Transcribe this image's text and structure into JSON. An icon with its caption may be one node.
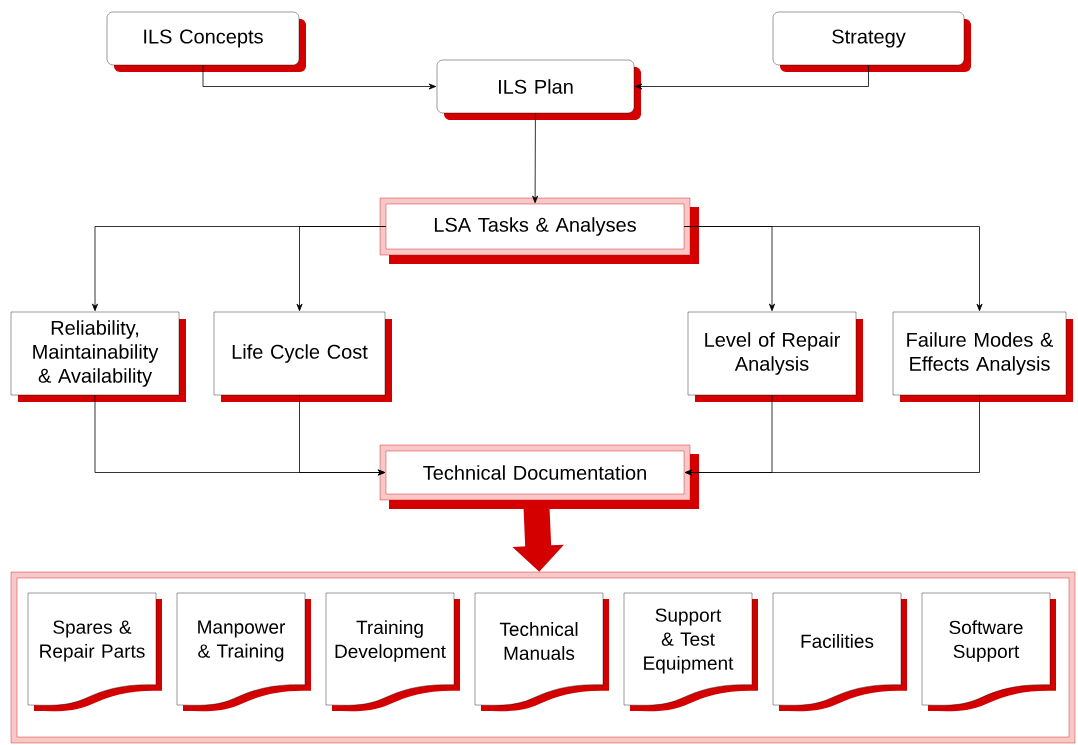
{
  "diagram": {
    "nodes": [
      {
        "text": [
          "ILS Concepts"
        ]
      },
      {
        "text": [
          "Strategy"
        ]
      },
      {
        "text": [
          "ILS Plan"
        ]
      },
      {
        "text": [
          "LSA Tasks & Analyses"
        ]
      },
      {
        "text": [
          "Reliability, Maintainability & Availability"
        ]
      },
      {
        "text": [
          "Life Cycle Cost"
        ]
      },
      {
        "text": [
          "Level of Repair Analysis"
        ]
      },
      {
        "text": [
          "Failure Modes & Effects Analysis"
        ]
      },
      {
        "text": [
          "Technical Documentation"
        ]
      },
      {
        "text": [],
        "shape": "box"
      },
      {
        "text": [
          "Spares & Repair Parts"
        ],
        "in": 9
      },
      {
        "text": [
          "Manpower & Training"
        ],
        "in": 9
      },
      {
        "text": [
          "Training Development"
        ],
        "in": 9
      },
      {
        "text": [
          "Technical Manuals"
        ],
        "in": 9
      },
      {
        "text": [
          "Support & Test Equipment"
        ],
        "in": 9
      },
      {
        "text": [
          "Facilities"
        ],
        "in": 9
      },
      {
        "text": [
          "Software Support"
        ],
        "in": 9
      }
    ],
    "edges": [
      {
        "from": 0,
        "to": 2,
        "arrow": "to"
      },
      {
        "from": 1,
        "to": 2,
        "arrow": "to"
      },
      {
        "from": 2,
        "to": 3,
        "arrow": "to"
      },
      {
        "from": 3,
        "to": 4,
        "arrow": "to"
      },
      {
        "from": 3,
        "to": 5,
        "arrow": "to"
      },
      {
        "from": 3,
        "to": 6,
        "arrow": "to"
      },
      {
        "from": 3,
        "to": 7,
        "arrow": "to"
      },
      {
        "from": 4,
        "to": 8,
        "arrow": "to"
      },
      {
        "from": 5,
        "to": 8,
        "arrow": "to"
      },
      {
        "from": 6,
        "to": 8,
        "arrow": "to"
      },
      {
        "from": 7,
        "to": 8,
        "arrow": "to"
      },
      {
        "from": 8,
        "to": 9,
        "arrow": "to",
        "style": "thick",
        "color": "#d40000"
      }
    ]
  }
}
